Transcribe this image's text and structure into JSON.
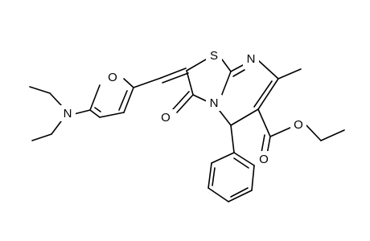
{
  "molecule": {
    "atoms": {
      "S": "S",
      "N_imine": "N",
      "N_ring": "N",
      "N_amine": "N",
      "O_furan": "O",
      "O_carbonyl": "O",
      "O_ester_dbl": "O",
      "O_ester_single": "O"
    }
  }
}
